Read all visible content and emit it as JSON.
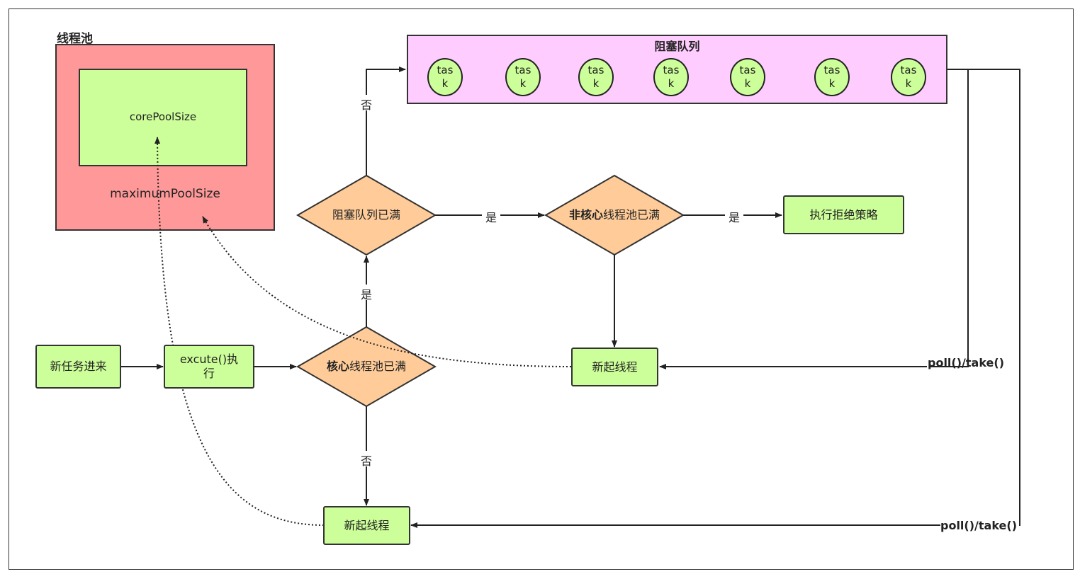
{
  "pool": {
    "title": "线程池",
    "core_label": "corePoolSize",
    "max_label": "maximumPoolSize"
  },
  "queue": {
    "title": "阻塞队列",
    "tasks": [
      "task",
      "task",
      "task",
      "task",
      "task",
      "task",
      "task"
    ]
  },
  "nodes": {
    "new_task": "新任务进来",
    "execute": "excute()执行",
    "core_full_bold": "核心",
    "core_full_rest": "线程池已满",
    "queue_full": "阻塞队列已满",
    "noncore_full_bold": "非核心",
    "noncore_full_rest": "线程池已满",
    "reject": "执行拒绝策略",
    "new_thread_right": "新起线程",
    "new_thread_bottom": "新起线程"
  },
  "edges": {
    "yes_up": "是",
    "no_up": "否",
    "yes_right": "是",
    "yes_reject": "是",
    "no_down": "否",
    "poll_upper": "poll()/take()",
    "poll_lower": "poll()/take()"
  },
  "colors": {
    "pool_outer": "#ff9999",
    "core_inner": "#ccff99",
    "queue_bg": "#ffccff",
    "diamond": "#ffcc99",
    "node_green": "#ccff99"
  }
}
